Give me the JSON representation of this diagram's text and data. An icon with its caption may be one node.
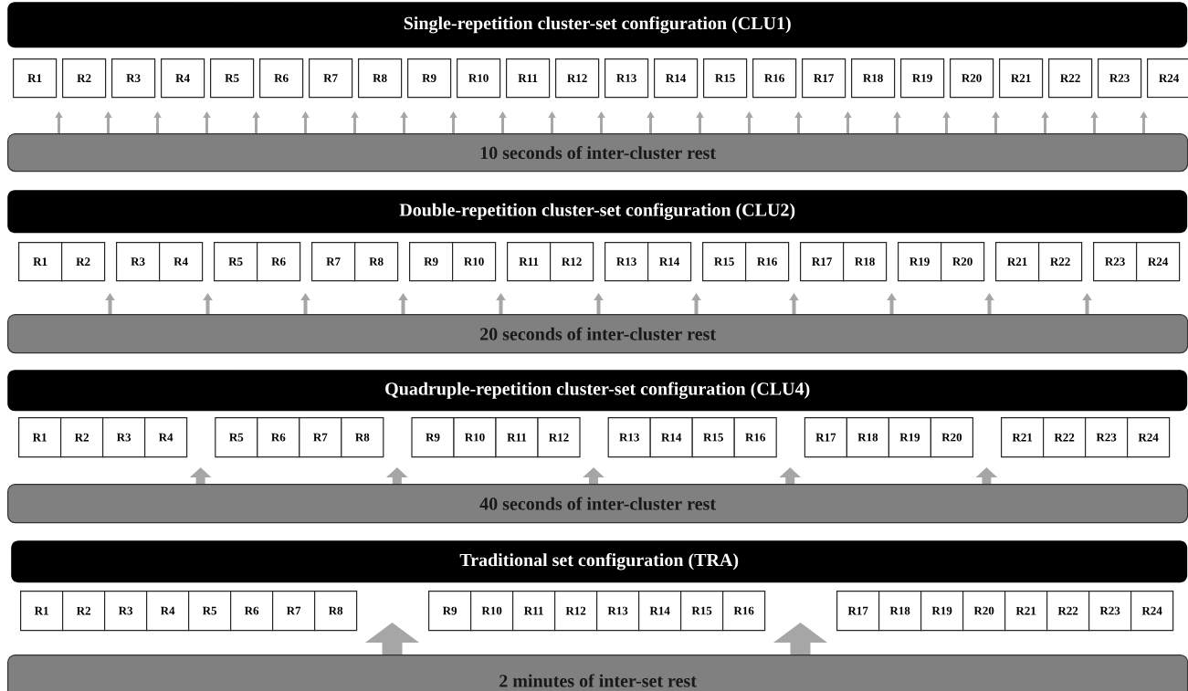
{
  "diagram": {
    "nodes": [
      {
        "text": [
          "Single-repetition cluster-set configuration (CLU1)"
        ]
      },
      {
        "text": [
          "R1"
        ]
      },
      {
        "text": [
          "R2"
        ]
      },
      {
        "text": [
          "R3"
        ]
      },
      {
        "text": [
          "R4"
        ]
      },
      {
        "text": [
          "R5"
        ]
      },
      {
        "text": [
          "R6"
        ]
      },
      {
        "text": [
          "R7"
        ]
      },
      {
        "text": [
          "R8"
        ]
      },
      {
        "text": [
          "R9"
        ]
      },
      {
        "text": [
          "R10"
        ]
      },
      {
        "text": [
          "R11"
        ]
      },
      {
        "text": [
          "R12"
        ]
      },
      {
        "text": [
          "R13"
        ]
      },
      {
        "text": [
          "R14"
        ]
      },
      {
        "text": [
          "R15"
        ]
      },
      {
        "text": [
          "R16"
        ]
      },
      {
        "text": [
          "R17"
        ]
      },
      {
        "text": [
          "R18"
        ]
      },
      {
        "text": [
          "R19"
        ]
      },
      {
        "text": [
          "R20"
        ]
      },
      {
        "text": [
          "R21"
        ]
      },
      {
        "text": [
          "R22"
        ]
      },
      {
        "text": [
          "R23"
        ]
      },
      {
        "text": [
          "R24"
        ]
      },
      {
        "text": [
          "10 seconds of inter-cluster rest"
        ]
      },
      {
        "text": [
          "Double-repetition cluster-set configuration (CLU2)"
        ]
      },
      {
        "text": [
          "R1"
        ]
      },
      {
        "text": [
          "R2"
        ]
      },
      {
        "text": [
          "R3"
        ]
      },
      {
        "text": [
          "R4"
        ]
      },
      {
        "text": [
          "R5"
        ]
      },
      {
        "text": [
          "R6"
        ]
      },
      {
        "text": [
          "R7"
        ]
      },
      {
        "text": [
          "R8"
        ]
      },
      {
        "text": [
          "R9"
        ]
      },
      {
        "text": [
          "R10"
        ]
      },
      {
        "text": [
          "R11"
        ]
      },
      {
        "text": [
          "R12"
        ]
      },
      {
        "text": [
          "R13"
        ]
      },
      {
        "text": [
          "R14"
        ]
      },
      {
        "text": [
          "R15"
        ]
      },
      {
        "text": [
          "R16"
        ]
      },
      {
        "text": [
          "R17"
        ]
      },
      {
        "text": [
          "R18"
        ]
      },
      {
        "text": [
          "R19"
        ]
      },
      {
        "text": [
          "R20"
        ]
      },
      {
        "text": [
          "R21"
        ]
      },
      {
        "text": [
          "R22"
        ]
      },
      {
        "text": [
          "R23"
        ]
      },
      {
        "text": [
          "R24"
        ]
      },
      {
        "text": [
          "20 seconds of inter-cluster rest"
        ]
      },
      {
        "text": [
          "Quadruple-repetition cluster-set configuration (CLU4)"
        ]
      },
      {
        "text": [
          "R1"
        ]
      },
      {
        "text": [
          "R2"
        ]
      },
      {
        "text": [
          "R3"
        ]
      },
      {
        "text": [
          "R4"
        ]
      },
      {
        "text": [
          "R5"
        ]
      },
      {
        "text": [
          "R6"
        ]
      },
      {
        "text": [
          "R7"
        ]
      },
      {
        "text": [
          "R8"
        ]
      },
      {
        "text": [
          "R9"
        ]
      },
      {
        "text": [
          "R10"
        ]
      },
      {
        "text": [
          "R11"
        ]
      },
      {
        "text": [
          "R12"
        ]
      },
      {
        "text": [
          "R13"
        ]
      },
      {
        "text": [
          "R14"
        ]
      },
      {
        "text": [
          "R15"
        ]
      },
      {
        "text": [
          "R16"
        ]
      },
      {
        "text": [
          "R17"
        ]
      },
      {
        "text": [
          "R18"
        ]
      },
      {
        "text": [
          "R19"
        ]
      },
      {
        "text": [
          "R20"
        ]
      },
      {
        "text": [
          "R21"
        ]
      },
      {
        "text": [
          "R22"
        ]
      },
      {
        "text": [
          "R23"
        ]
      },
      {
        "text": [
          "R24"
        ]
      },
      {
        "text": [
          "40 seconds of inter-cluster rest"
        ]
      },
      {
        "text": [
          "Traditional set configuration (TRA)"
        ]
      },
      {
        "text": [
          "R1"
        ]
      },
      {
        "text": [
          "R2"
        ]
      },
      {
        "text": [
          "R3"
        ]
      },
      {
        "text": [
          "R4"
        ]
      },
      {
        "text": [
          "R5"
        ]
      },
      {
        "text": [
          "R6"
        ]
      },
      {
        "text": [
          "R7"
        ]
      },
      {
        "text": [
          "R8"
        ]
      },
      {
        "text": [
          "R9"
        ]
      },
      {
        "text": [
          "R10"
        ]
      },
      {
        "text": [
          "R11"
        ]
      },
      {
        "text": [
          "R12"
        ]
      },
      {
        "text": [
          "R13"
        ]
      },
      {
        "text": [
          "R14"
        ]
      },
      {
        "text": [
          "R15"
        ]
      },
      {
        "text": [
          "R16"
        ]
      },
      {
        "text": [
          "R17"
        ]
      },
      {
        "text": [
          "R18"
        ]
      },
      {
        "text": [
          "R19"
        ]
      },
      {
        "text": [
          "R20"
        ]
      },
      {
        "text": [
          "R21"
        ]
      },
      {
        "text": [
          "R22"
        ]
      },
      {
        "text": [
          "R23"
        ]
      },
      {
        "text": [
          "R24"
        ]
      },
      {
        "text": [
          "2 minutes of inter-set rest"
        ]
      }
    ],
    "edges": [
      {
        "from": 25,
        "to": null,
        "arrow": "to"
      },
      {
        "from": 25,
        "to": null,
        "arrow": "to"
      },
      {
        "from": 25,
        "to": null,
        "arrow": "to"
      },
      {
        "from": 25,
        "to": null,
        "arrow": "to"
      },
      {
        "from": 25,
        "to": null,
        "arrow": "to"
      },
      {
        "from": 25,
        "to": null,
        "arrow": "to"
      },
      {
        "from": 25,
        "to": null,
        "arrow": "to"
      },
      {
        "from": 25,
        "to": null,
        "arrow": "to"
      },
      {
        "from": 25,
        "to": null,
        "arrow": "to"
      },
      {
        "from": 25,
        "to": null,
        "arrow": "to"
      },
      {
        "from": 25,
        "to": null,
        "arrow": "to"
      },
      {
        "from": 25,
        "to": null,
        "arrow": "to"
      },
      {
        "from": 25,
        "to": null,
        "arrow": "to"
      },
      {
        "from": 25,
        "to": null,
        "arrow": "to"
      },
      {
        "from": 25,
        "to": null,
        "arrow": "to"
      },
      {
        "from": 25,
        "to": null,
        "arrow": "to"
      },
      {
        "from": 25,
        "to": null,
        "arrow": "to"
      },
      {
        "from": 25,
        "to": null,
        "arrow": "to"
      },
      {
        "from": 25,
        "to": null,
        "arrow": "to"
      },
      {
        "from": 25,
        "to": null,
        "arrow": "to"
      },
      {
        "from": 25,
        "to": null,
        "arrow": "to"
      },
      {
        "from": 25,
        "to": null,
        "arrow": "to"
      },
      {
        "from": 25,
        "to": null,
        "arrow": "to"
      },
      {
        "from": 51,
        "to": null,
        "arrow": "to"
      },
      {
        "from": 51,
        "to": null,
        "arrow": "to"
      },
      {
        "from": 51,
        "to": null,
        "arrow": "to"
      },
      {
        "from": 51,
        "to": null,
        "arrow": "to"
      },
      {
        "from": 51,
        "to": null,
        "arrow": "to"
      },
      {
        "from": 51,
        "to": null,
        "arrow": "to"
      },
      {
        "from": 51,
        "to": null,
        "arrow": "to"
      },
      {
        "from": 51,
        "to": null,
        "arrow": "to"
      },
      {
        "from": 51,
        "to": null,
        "arrow": "to"
      },
      {
        "from": 51,
        "to": null,
        "arrow": "to"
      },
      {
        "from": 51,
        "to": null,
        "arrow": "to"
      },
      {
        "from": 77,
        "to": null,
        "arrow": "to",
        "style": "thick"
      },
      {
        "from": 77,
        "to": null,
        "arrow": "to",
        "style": "thick"
      },
      {
        "from": 77,
        "to": null,
        "arrow": "to",
        "style": "thick"
      },
      {
        "from": 77,
        "to": null,
        "arrow": "to",
        "style": "thick"
      },
      {
        "from": 77,
        "to": null,
        "arrow": "to",
        "style": "thick"
      },
      {
        "from": 103,
        "to": null,
        "arrow": "to",
        "style": "thick"
      },
      {
        "from": 103,
        "to": null,
        "arrow": "to",
        "style": "thick"
      }
    ]
  }
}
